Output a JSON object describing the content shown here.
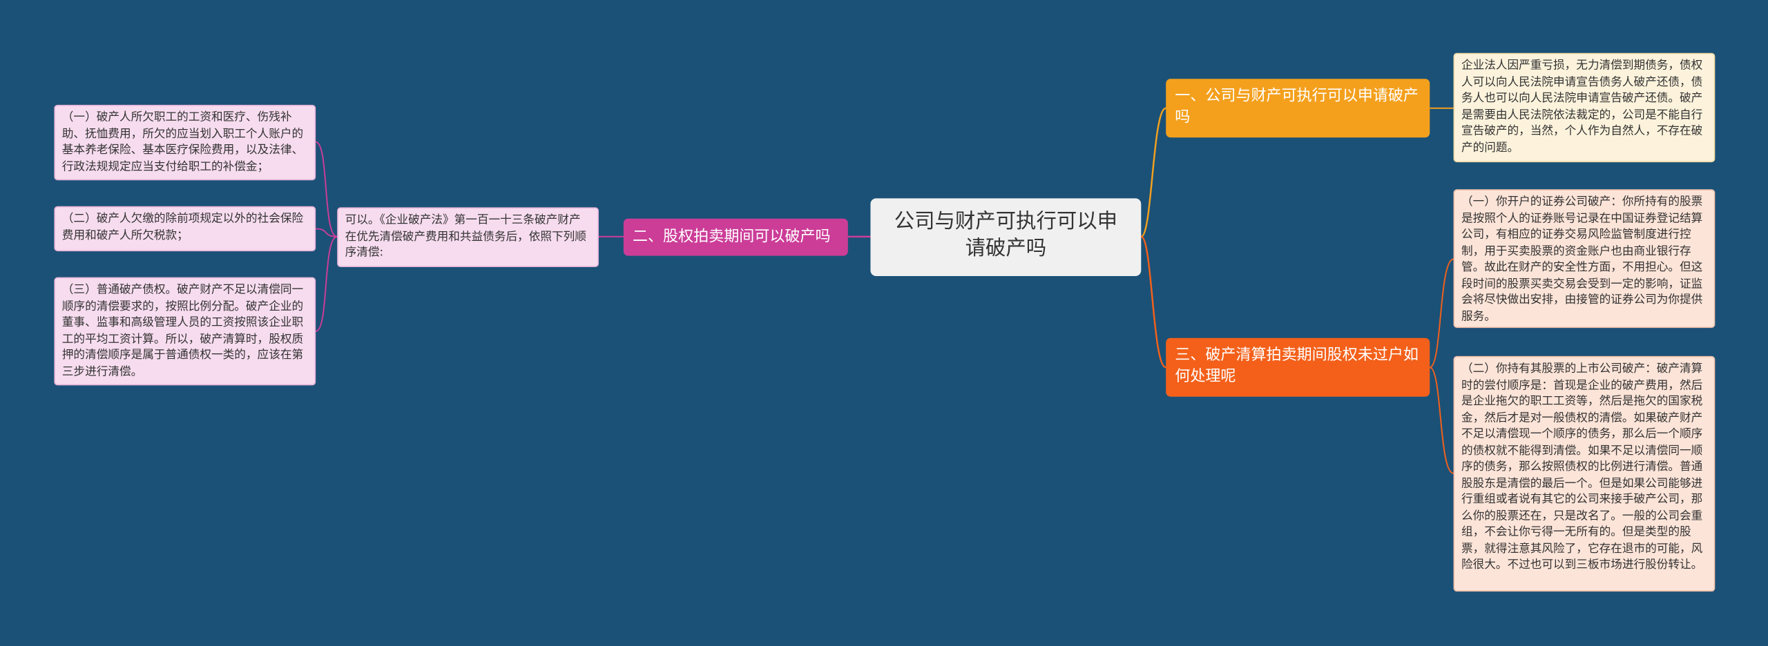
{
  "root": {
    "label": "公司与财产可执行可以申请破产吗"
  },
  "branches": [
    {
      "label": "一、公司与财产可执行可以申请破产吗",
      "color": "#f4a01d",
      "children": [
        {
          "text": "企业法人因严重亏损，无力清偿到期债务，债权人可以向人民法院申请宣告债务人破产还债，债务人也可以向人民法院申请宣告破产还债。破产是需要由人民法院依法裁定的，公司是不能自行宣告破产的，当然，个人作为自然人，不存在破产的问题。"
        }
      ]
    },
    {
      "label": "二、股权拍卖期间可以破产吗",
      "color": "#cc3d98",
      "children": [
        {
          "text": "可以。《企业破产法》第一百一十三条破产财产在优先清偿破产费用和共益债务后，依照下列顺序清偿:",
          "children": [
            {
              "text": "（一）破产人所欠职工的工资和医疗、伤残补助、抚恤费用，所欠的应当划入职工个人账户的基本养老保险、基本医疗保险费用，以及法律、行政法规规定应当支付给职工的补偿金；"
            },
            {
              "text": "（二）破产人欠缴的除前项规定以外的社会保险费用和破产人所欠税款；"
            },
            {
              "text": "（三）普通破产债权。破产财产不足以清偿同一顺序的清偿要求的，按照比例分配。破产企业的董事、监事和高级管理人员的工资按照该企业职工的平均工资计算。所以，破产清算时，股权质押的清偿顺序是属于普通债权一类的，应该在第三步进行清偿。"
            }
          ]
        }
      ]
    },
    {
      "label": "三、破产清算拍卖期间股权未过户如何处理呢",
      "color": "#f4601a",
      "children": [
        {
          "text": "（一）你开户的证券公司破产：你所持有的股票是按照个人的证券账号记录在中国证券登记结算公司，有相应的证券交易风险监管制度进行控制，用于买卖股票的资金账户也由商业银行存管。故此在财产的安全性方面，不用担心。但这段时间的股票买卖交易会受到一定的影响，证监会将尽快做出安排，由接管的证券公司为你提供服务。"
        },
        {
          "text": "（二）你持有其股票的上市公司破产：破产清算时的尝付顺序是：首现是企业的破产费用，然后是企业拖欠的职工工资等，然后是拖欠的国家税金，然后才是对一般债权的清偿。如果破产财产不足以清偿现一个顺序的债务，那么后一个顺序的债权就不能得到清偿。如果不足以清偿同一顺序的债务，那么按照债权的比例进行清偿。普通股股东是清偿的最后一个。但是如果公司能够进行重组或者说有其它的公司来接手破产公司，那么你的股票还在，只是改名了。一般的公司会重组，不会让你亏得一无所有的。但是类型的股票，就得注意其风险了，它存在退市的可能，风险很大。不过也可以到三板市场进行股份转让。"
        }
      ]
    }
  ]
}
